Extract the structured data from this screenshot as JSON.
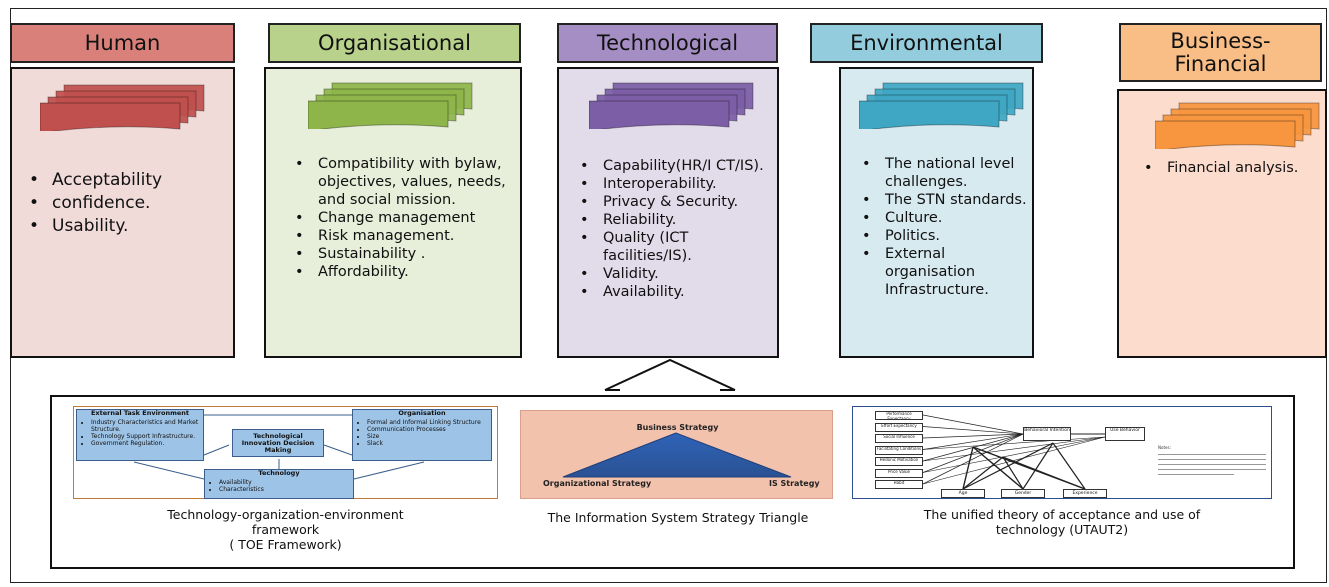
{
  "columns": [
    {
      "id": "human",
      "title": "Human",
      "header_color": "#d9807b",
      "box_color": "#f0dbd9",
      "icon_color": "#c0504d",
      "items": [
        "Acceptability",
        "confidence.",
        "Usability."
      ]
    },
    {
      "id": "organisational",
      "title": "Organisational",
      "header_color": "#b8d18b",
      "box_color": "#e7eed9",
      "icon_color": "#8db54a",
      "items": [
        "Compatibility with bylaw, objectives, values, needs, and social mission.",
        "Change management",
        "Risk management.",
        "Sustainability .",
        "Affordability."
      ]
    },
    {
      "id": "technological",
      "title": "Technological",
      "header_color": "#a48ec4",
      "box_color": "#e2dbea",
      "icon_color": "#7c5ea6",
      "items": [
        "Capability(HR/I CT/IS).",
        "Interoperability.",
        "Privacy & Security.",
        "Reliability.",
        "Quality (ICT facilities/IS).",
        "Validity.",
        "Availability."
      ]
    },
    {
      "id": "environmental",
      "title": "Environmental",
      "header_color": "#93cddd",
      "box_color": "#d7eaf0",
      "icon_color": "#3fa7c3",
      "items": [
        "The national level challenges.",
        "The STN standards.",
        "Culture.",
        "Politics.",
        "External organisation Infrastructure."
      ]
    },
    {
      "id": "business",
      "title": "Business-Financial",
      "title_line1": "Business-",
      "title_line2": "Financial",
      "header_color": "#f9bd86",
      "box_color": "#fbdccd",
      "icon_color": "#f7963f",
      "items": [
        "Financial analysis."
      ]
    }
  ],
  "frameworks": {
    "toe": {
      "caption_line1": "Technology-organization-environment",
      "caption_line2": "framework",
      "caption_line3": "( TOE Framework)",
      "ext_title": "External Task Environment",
      "ext_items": [
        "Industry Characteristics and Market Structure.",
        "Technology Support Infrastructure.",
        "Government Regulation."
      ],
      "org_title": "Organisation",
      "org_items": [
        "Formal and Informal Linking Structure",
        "Communication Processes",
        "Size",
        "Slack"
      ],
      "center_label": "Technological Innovation Decision Making",
      "tech_title": "Technology",
      "tech_items": [
        "Availability",
        "Characteristics"
      ]
    },
    "triangle": {
      "caption": "The Information System Strategy Triangle",
      "top": "Business Strategy",
      "left": "Organizational Strategy",
      "right": "IS Strategy"
    },
    "utaut": {
      "caption_line1": "The unified theory of acceptance and use of",
      "caption_line2": "technology (UTAUT2)",
      "constructs": [
        "Performance Expectancy",
        "Effort Expectancy",
        "Social Influence",
        "Facilitating Conditions",
        "Hedonic Motivation",
        "Price Value",
        "Habit"
      ],
      "intention": "Behavioral Intention",
      "behavior": "Use Behavior",
      "moderators": [
        "Age",
        "Gender",
        "Experience"
      ],
      "notes_title": "Notes:"
    }
  }
}
